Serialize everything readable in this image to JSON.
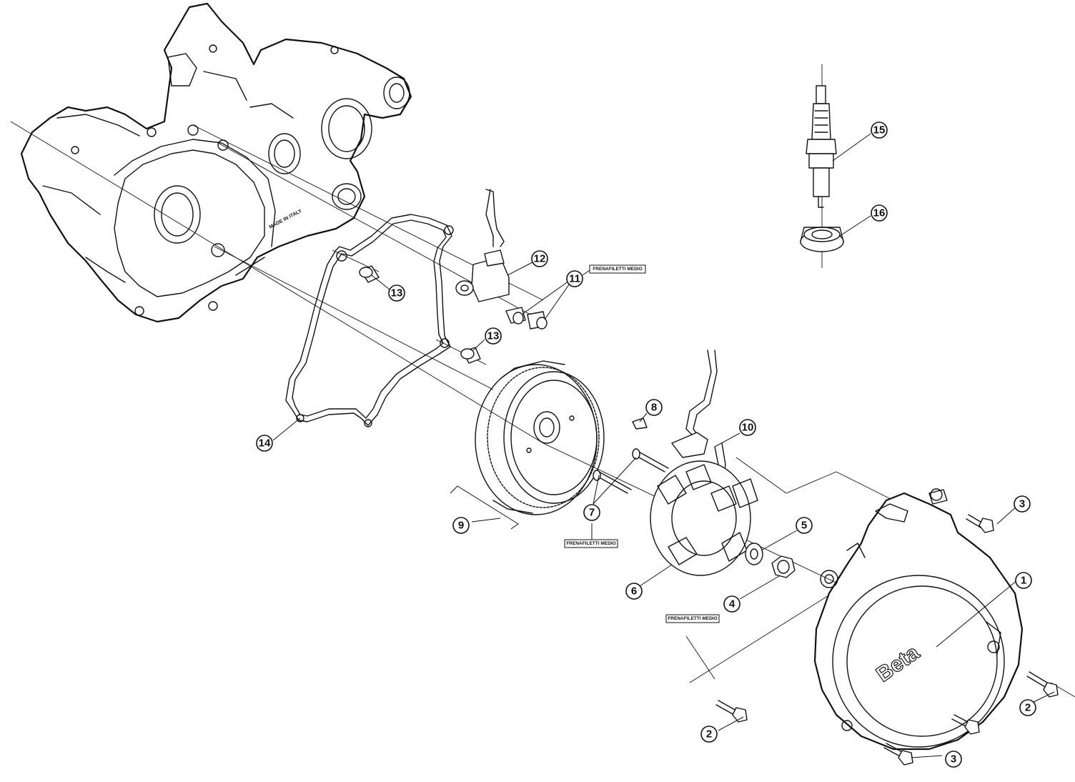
{
  "diagram": {
    "callouts": [
      {
        "id": "c1",
        "label": "1"
      },
      {
        "id": "c2a",
        "label": "2"
      },
      {
        "id": "c2b",
        "label": "2"
      },
      {
        "id": "c3a",
        "label": "3"
      },
      {
        "id": "c3b",
        "label": "3"
      },
      {
        "id": "c4",
        "label": "4"
      },
      {
        "id": "c5",
        "label": "5"
      },
      {
        "id": "c6",
        "label": "6"
      },
      {
        "id": "c7",
        "label": "7"
      },
      {
        "id": "c8",
        "label": "8"
      },
      {
        "id": "c9",
        "label": "9"
      },
      {
        "id": "c10",
        "label": "10"
      },
      {
        "id": "c11",
        "label": "11"
      },
      {
        "id": "c12",
        "label": "12"
      },
      {
        "id": "c13a",
        "label": "13"
      },
      {
        "id": "c13b",
        "label": "13"
      },
      {
        "id": "c14",
        "label": "14"
      },
      {
        "id": "c15",
        "label": "15"
      },
      {
        "id": "c16",
        "label": "16"
      }
    ],
    "notes": [
      {
        "id": "n11",
        "label": "FRENAFILETTI MEDIO"
      },
      {
        "id": "n7",
        "label": "FRENAFILETTI MEDIO"
      },
      {
        "id": "n4",
        "label": "FRENAFILETTI MEDIO"
      }
    ],
    "casting_stamp": "MADE IN ITALY",
    "cover_logo": "Beta"
  }
}
